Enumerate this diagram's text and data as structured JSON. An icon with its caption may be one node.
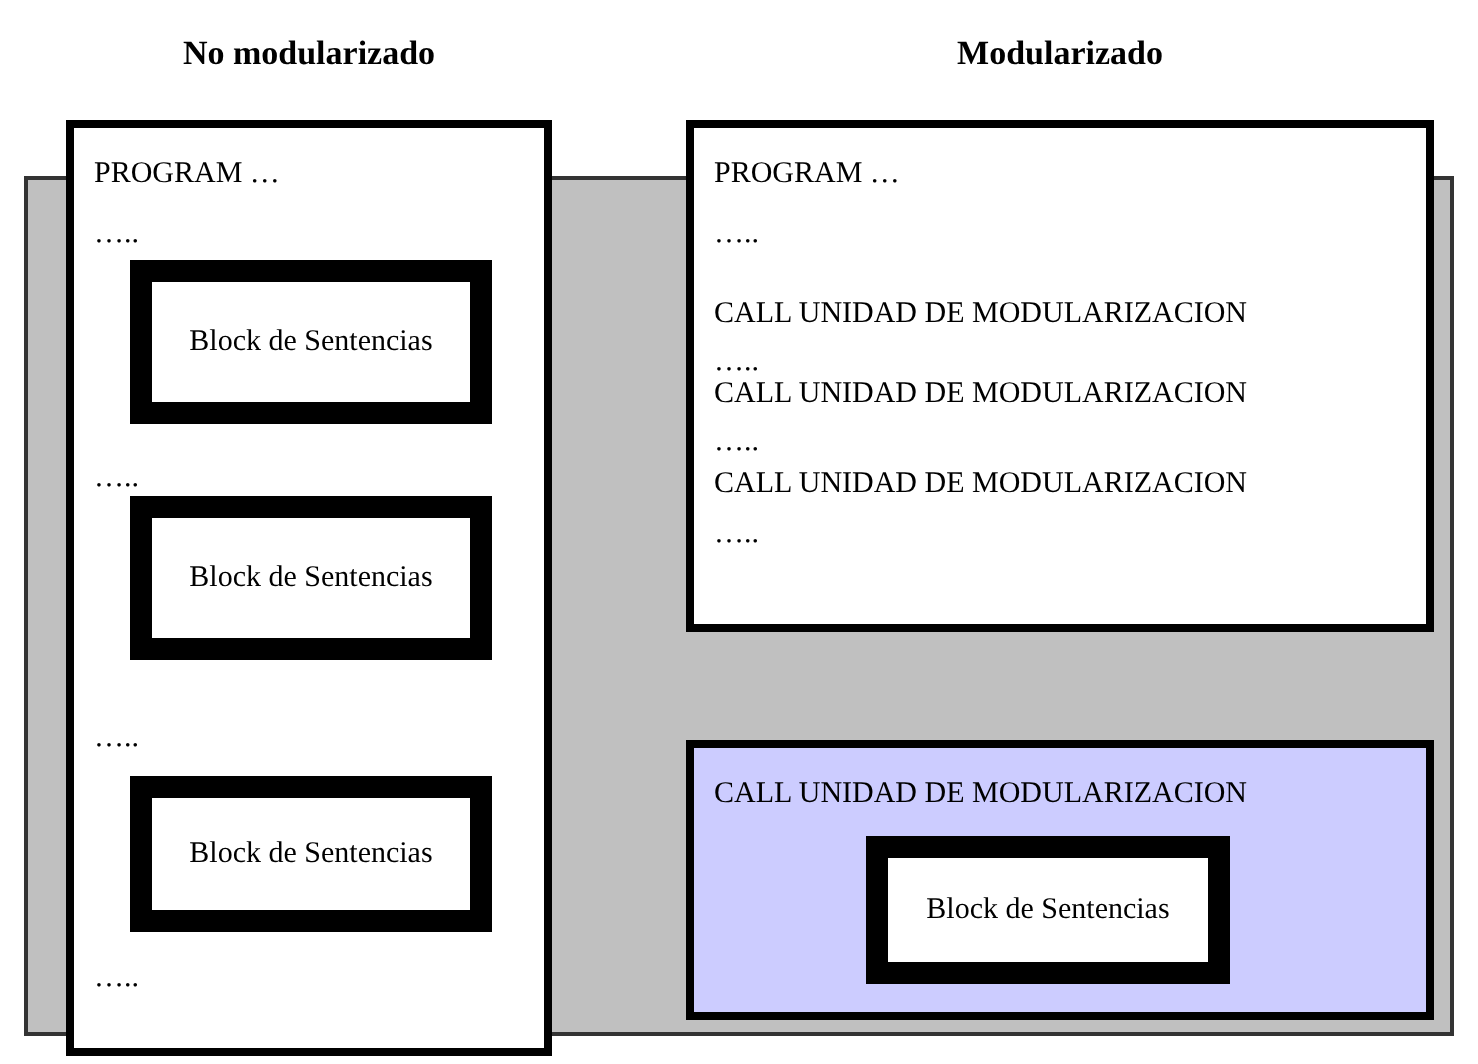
{
  "diagram": {
    "nodes": [
      {
        "text": [
          "No modularizado",
          "PROGRAM …",
          "…..",
          "…..",
          "…..",
          "….."
        ]
      },
      {
        "text": [
          "Block de Sentencias"
        ],
        "in": 0
      },
      {
        "text": [
          "Block de Sentencias"
        ],
        "in": 0
      },
      {
        "text": [
          "Block de Sentencias"
        ],
        "in": 0
      },
      {
        "text": [
          "Modularizado",
          "PROGRAM …",
          "…..",
          "CALL UNIDAD DE MODULARIZACION",
          "…..",
          "CALL UNIDAD DE MODULARIZACION",
          "…..",
          "CALL UNIDAD DE MODULARIZACION",
          "….."
        ]
      },
      {
        "text": [
          "CALL UNIDAD DE MODULARIZACION"
        ]
      },
      {
        "text": [
          "Block de Sentencias"
        ],
        "in": 5
      }
    ]
  }
}
